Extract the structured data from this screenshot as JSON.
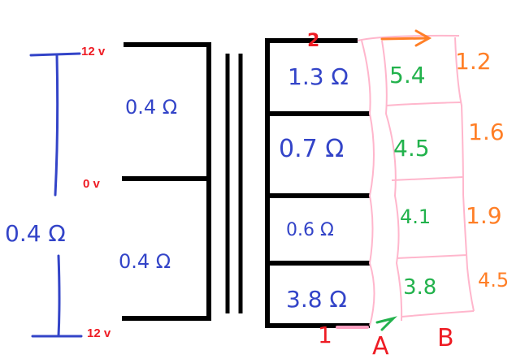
{
  "voltage_labels": {
    "top": "12 v",
    "center": "0 v",
    "bottom": "12 v"
  },
  "primary": {
    "total_resistance": "0.4 Ω",
    "upper_half": "0.4 Ω",
    "lower_half": "0.4 Ω"
  },
  "secondary": {
    "top_mark": "2",
    "bottom_mark": "1",
    "column_a_label": "A",
    "column_b_label": "B",
    "sections": [
      {
        "resistance": "1.3 Ω",
        "a": "5.4",
        "b": "1.2"
      },
      {
        "resistance": "0.7 Ω",
        "a": "4.5",
        "b": "1.6"
      },
      {
        "resistance": "0.6 Ω",
        "a": "4.1",
        "b": "1.9"
      },
      {
        "resistance": "3.8 Ω",
        "a": "3.8",
        "b": "4.5"
      }
    ]
  },
  "colors": {
    "wire": "#000000",
    "blue_ink": "#3344c8",
    "green_ink": "#22b24c",
    "orange_ink": "#ff7f27",
    "red_ink": "#ee1c24",
    "pink_grid": "#ffb6cc"
  }
}
